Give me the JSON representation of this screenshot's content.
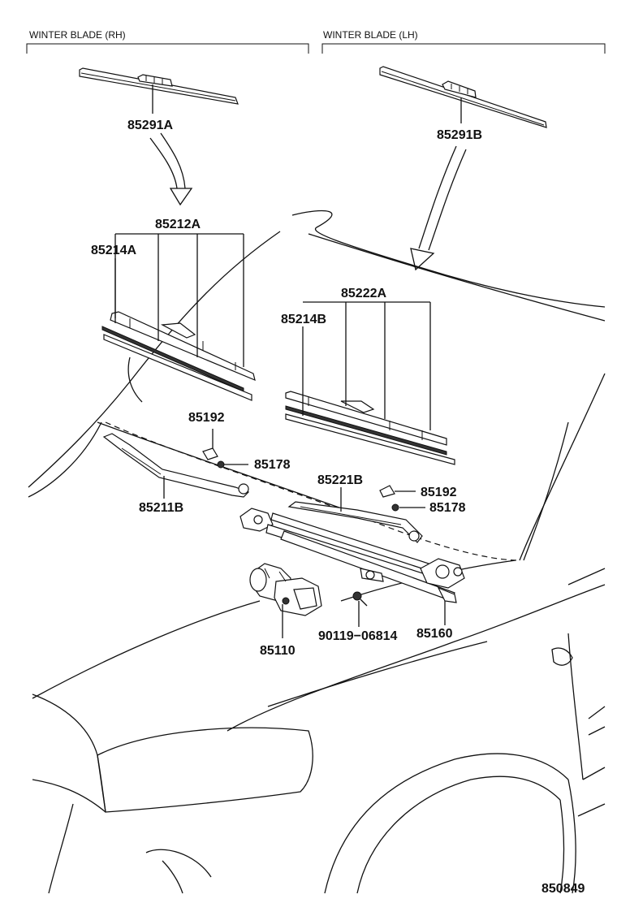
{
  "headers": {
    "rh": "WINTER BLADE (RH)",
    "lh": "WINTER BLADE (LH)"
  },
  "callouts": {
    "p85291A": "85291A",
    "p85291B": "85291B",
    "p85212A": "85212A",
    "p85214A": "85214A",
    "p85222A": "85222A",
    "p85214B": "85214B",
    "p85192_left": "85192",
    "p85178_left": "85178",
    "p85211B": "85211B",
    "p85221B": "85221B",
    "p85192_right": "85192",
    "p85178_right": "85178",
    "p85110": "85110",
    "p90119": "90119−06814",
    "p85160": "85160"
  },
  "figure_number": "850849"
}
